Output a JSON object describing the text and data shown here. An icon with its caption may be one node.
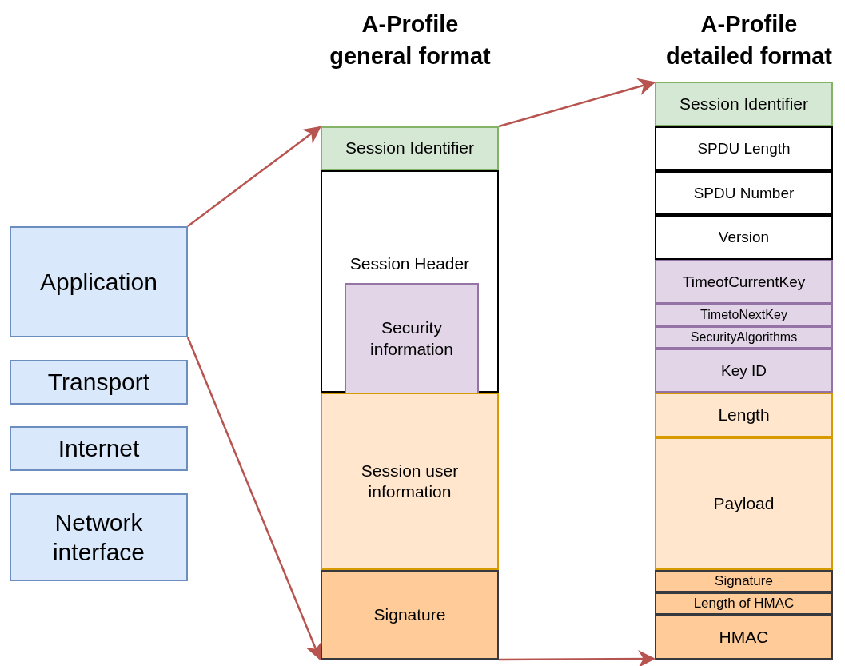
{
  "diagram": {
    "nodes": [
      {
        "text": [
          "Application"
        ]
      },
      {
        "text": [
          "Transport"
        ]
      },
      {
        "text": [
          "Internet"
        ]
      },
      {
        "text": [
          "Network interface"
        ]
      },
      {
        "text": [
          "Session Identifier"
        ]
      },
      {
        "text": [
          "Session Header"
        ]
      },
      {
        "text": [
          "Security information"
        ],
        "in": 5
      },
      {
        "text": [
          "Session user information"
        ]
      },
      {
        "text": [
          "Signature"
        ]
      },
      {
        "text": [
          "Session Identifier"
        ]
      },
      {
        "text": [
          "SPDU Length"
        ]
      },
      {
        "text": [
          "SPDU Number"
        ]
      },
      {
        "text": [
          "Version"
        ]
      },
      {
        "text": [
          "TimeofCurrentKey"
        ]
      },
      {
        "text": [
          "TimetoNextKey"
        ]
      },
      {
        "text": [
          "SecurityAlgorithms"
        ]
      },
      {
        "text": [
          "Key ID"
        ]
      },
      {
        "text": [
          "Length"
        ]
      },
      {
        "text": [
          "Payload"
        ]
      },
      {
        "text": [
          "Signature"
        ]
      },
      {
        "text": [
          "Length of HMAC"
        ]
      },
      {
        "text": [
          "HMAC"
        ]
      }
    ],
    "edges": [
      {
        "from": 0,
        "to": 4,
        "arrow": "to"
      },
      {
        "from": 0,
        "to": 8,
        "arrow": "to"
      },
      {
        "from": 4,
        "to": 9,
        "arrow": "to"
      },
      {
        "from": 8,
        "to": 21,
        "arrow": "to"
      }
    ],
    "labels": [
      "A-Profile general format",
      "A-Profile detailed format"
    ]
  }
}
